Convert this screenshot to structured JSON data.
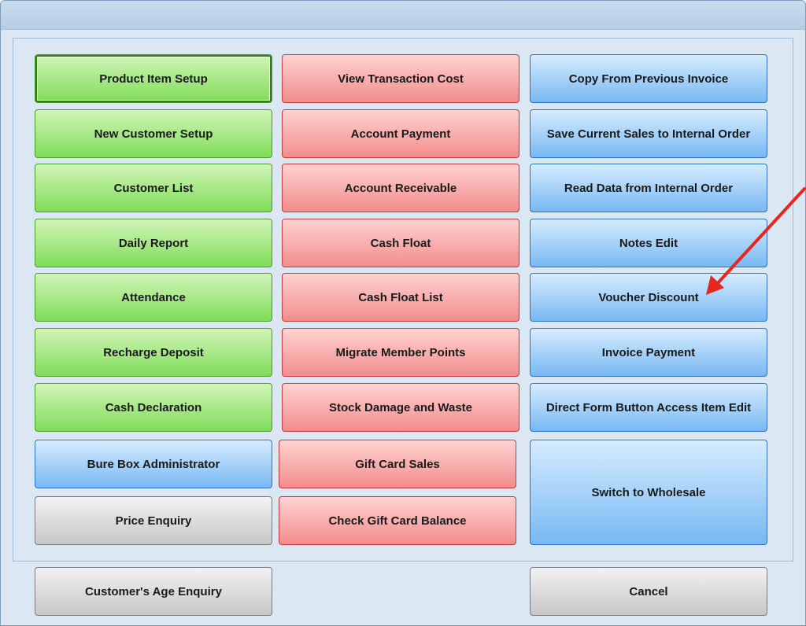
{
  "col1": [
    "Product Item Setup",
    "New Customer Setup",
    "Customer List",
    "Daily Report",
    "Attendance",
    "Recharge Deposit",
    "Cash Declaration",
    "Bure Box Administrator",
    "Price Enquiry"
  ],
  "col2": [
    "View Transaction Cost",
    "Account Payment",
    "Account Receivable",
    "Cash Float",
    "Cash Float List",
    "Migrate Member Points",
    "Stock Damage and Waste",
    "Gift Card Sales",
    "Check Gift Card Balance"
  ],
  "col3": [
    "Copy From Previous Invoice",
    "Save Current Sales to Internal Order",
    "Read Data from Internal Order",
    "Notes Edit",
    "Voucher Discount",
    "Invoice Payment",
    "Direct Form Button Access Item Edit",
    "Switch to Wholesale"
  ],
  "bottom": {
    "age_enquiry": "Customer's Age Enquiry",
    "cancel": "Cancel"
  },
  "colors": {
    "green": "#7fdc5a",
    "red": "#f28c8c",
    "blue": "#78b8f2",
    "gray": "#c7c7c7",
    "annotation_arrow": "#e8261c"
  }
}
